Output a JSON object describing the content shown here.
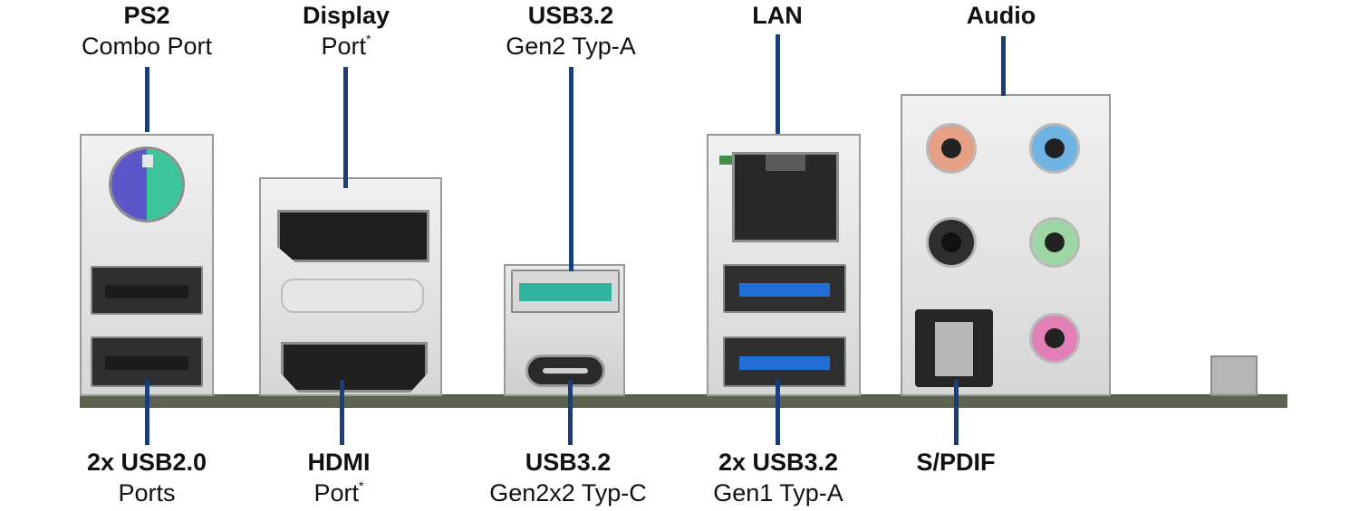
{
  "labels": {
    "ps2": {
      "title": "PS2",
      "sub": "Combo Port"
    },
    "displayport": {
      "title": "Display",
      "sub": "Port",
      "mark": "*"
    },
    "usb32_gen2": {
      "title": "USB3.2",
      "sub": "Gen2 Typ-A"
    },
    "lan": {
      "title": "LAN"
    },
    "audio": {
      "title": "Audio"
    },
    "usb20": {
      "title": "2x USB2.0",
      "sub": "Ports"
    },
    "hdmi": {
      "title": "HDMI",
      "sub": "Port",
      "mark": "*"
    },
    "usb32_gen2x2": {
      "title": "USB3.2",
      "sub": "Gen2x2 Typ-C"
    },
    "usb32_gen1": {
      "title": "2x USB3.2",
      "sub": "Gen1 Typ-A"
    },
    "spdif": {
      "title": "S/PDIF"
    }
  },
  "colors": {
    "leader_line": "#1a3f78",
    "ps2_keyboard": "#5b57c8",
    "ps2_mouse": "#3cc49a",
    "usb3_blue": "#1f6fd6",
    "usb_gen2_teal": "#2fb39c",
    "audio_orange": "#e5a085",
    "audio_blue": "#6fb3e3",
    "audio_black": "#2e2e2e",
    "audio_green": "#9fd6a6",
    "audio_pink": "#e27fb6"
  }
}
